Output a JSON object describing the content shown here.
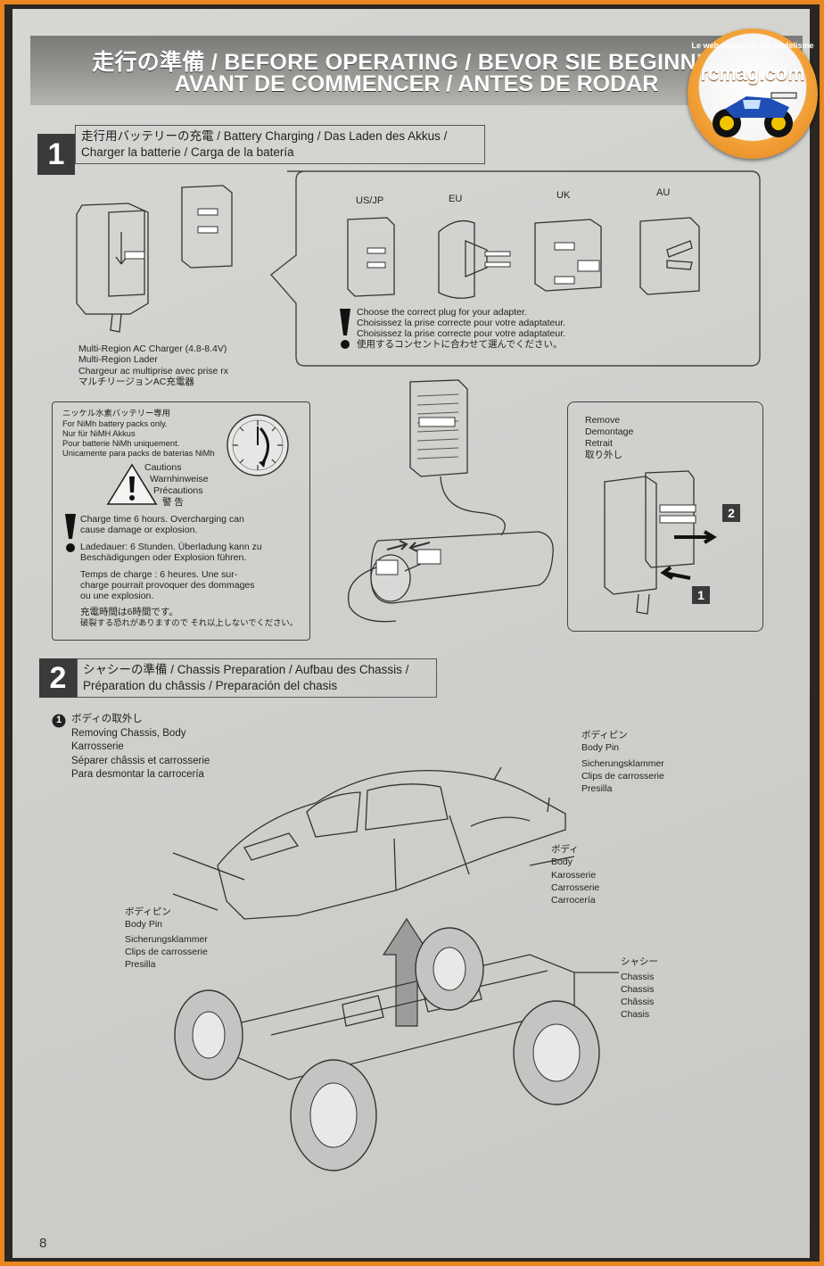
{
  "header": {
    "line1": "走行の準備 / BEFORE OPERATING / BEVOR SIE BEGINNEN /",
    "line2": "AVANT DE COMMENCER / ANTES DE RODAR"
  },
  "logo": {
    "text": "rcmag.com",
    "arc": "Le web magazine du modelisme"
  },
  "step1": {
    "number": "1",
    "title_line1": "走行用バッテリーの充電 / Battery Charging / Das Laden des Akkus /",
    "title_line2": "Charger la batterie / Carga de la batería"
  },
  "plugs": {
    "us_jp": "US/JP",
    "eu": "EU",
    "uk": "UK",
    "au": "AU"
  },
  "plug_notice": [
    "Choose the correct plug for your adapter.",
    "Choisissez la prise correcte pour votre adaptateur.",
    "Choisissez la prise correcte pour votre adaptateur.",
    "使用するコンセントに合わせて選んでください。"
  ],
  "charger_label": [
    "Multi-Region AC Charger (4.8-8.4V)",
    "Multi-Region Lader",
    "Chargeur ac multiprise avec prise rx",
    "マルチリージョンAC充電器"
  ],
  "nimh_box": {
    "lines": [
      "ニッケル水素バッテリー専用",
      "For NiMh battery packs only.",
      "Nur für NiMH Akkus",
      "Pour batterie NiMh uniquement.",
      "Unicamente para packs de baterias NiMh"
    ],
    "cautions": [
      "Cautions",
      "Warnhinweise",
      "Précautions",
      "警 告"
    ],
    "warnings": [
      "Charge time 6 hours. Overcharging can",
      "cause damage or explosion.",
      "Ladedauer: 6 Stunden. Überladung kann zu",
      "Beschädigungen oder Explosion führen.",
      "Temps de charge : 6 heures. Une sur-",
      "charge pourrait provoquer des dommages",
      "ou une explosion.",
      "充電時間は6時間です。",
      "破裂する恐れがありますので それ以上しないでください。"
    ]
  },
  "remove_box": {
    "lines": [
      "Remove",
      "Demontage",
      "Retrait",
      "取り外し"
    ],
    "step_a": "2",
    "step_b": "1"
  },
  "step2": {
    "number": "2",
    "title_line1": "シャシーの準備 / Chassis Preparation / Aufbau des Chassis /",
    "title_line2": "Préparation du châssis / Preparación del chasis"
  },
  "sub1": {
    "num": "1",
    "lines": [
      "ボディの取外し",
      "Removing Chassis, Body",
      "Karrosserie",
      "Séparer châssis et carrosserie",
      "Para desmontar la carrocería"
    ]
  },
  "bodypin_right": [
    "ボディピン",
    "Body Pin",
    "Sicherungsklammer",
    "Clips de carrosserie",
    "Presilla"
  ],
  "body_label": [
    "ボディ",
    "Body",
    "Karosserie",
    "Carrosserie",
    "Carrocería"
  ],
  "bodypin_left": [
    "ボディピン",
    "Body Pin",
    "Sicherungsklammer",
    "Clips de carrosserie",
    "Presilla"
  ],
  "chassis_label": [
    "シャシー",
    "Chassis",
    "Chassis",
    "Châssis",
    "Chasis"
  ],
  "page_number": "8"
}
